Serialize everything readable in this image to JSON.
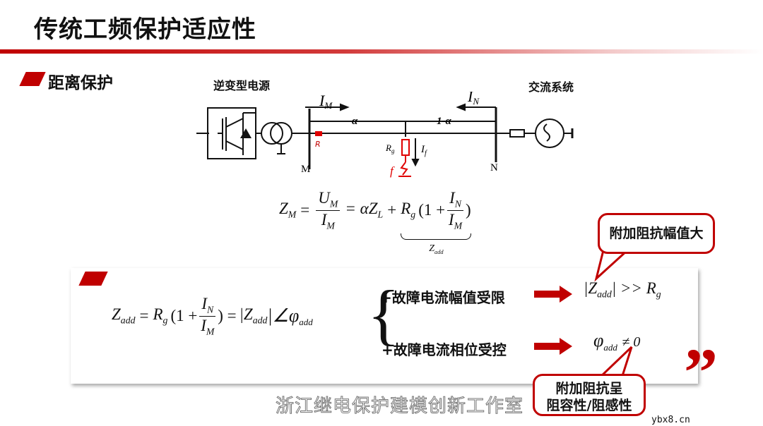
{
  "header": {
    "title": "传统工频保护适应性"
  },
  "section": {
    "heading": "距离保护"
  },
  "diagram": {
    "left_source_label": "逆变型电源",
    "right_source_label": "交流系统",
    "current_m": "I",
    "current_m_sub": "M",
    "current_n": "I",
    "current_n_sub": "N",
    "alpha": "α",
    "one_minus_alpha": "1-α",
    "relay": "R",
    "bus_m": "M",
    "bus_n": "N",
    "rg": "R",
    "rg_sub": "g",
    "if": "I",
    "if_sub": "f",
    "fault": "f",
    "accent": "#c00000"
  },
  "formula1": {
    "lhs": "Z",
    "lhs_sub": "M",
    "eq": "=",
    "num": "U",
    "num_sub": "M",
    "den": "I",
    "den_sub": "M",
    "mid": "= αZ",
    "mid_sub": "L",
    "plus": "+",
    "rg": "R",
    "rg_sub": "g",
    "one": "(1 +",
    "in": "I",
    "in_sub": "N",
    "im": "I",
    "im_sub": "M",
    "close": ")",
    "brace_label": "Z",
    "brace_sub": "add"
  },
  "formula2": {
    "lhs": "Z",
    "lhs_sub": "add",
    "eq": "=",
    "rg": "R",
    "rg_sub": "g",
    "one": "(1 +",
    "in": "I",
    "in_sub": "N",
    "im": "I",
    "im_sub": "M",
    "close": ") =",
    "abs": "|Z",
    "abs_sub": "add",
    "abs_close": "|∠φ",
    "phi_sub": "add"
  },
  "bullets": [
    {
      "text": "+故障电流幅值受限",
      "result": "|Z",
      "result_sub": "add",
      "result_tail": "| >> R",
      "result_tail_sub": "g"
    },
    {
      "text": "+故障电流相位受控",
      "result": "φ",
      "result_sub": "add",
      "result_tail": "≠ 0"
    }
  ],
  "callouts": {
    "top": "附加阻抗幅值大",
    "bottom_line1": "附加阻抗呈",
    "bottom_line2": "阻容性/阻感性"
  },
  "watermark": {
    "text": "浙江继电保护建模创新工作室",
    "site": "ybx8.cn"
  }
}
